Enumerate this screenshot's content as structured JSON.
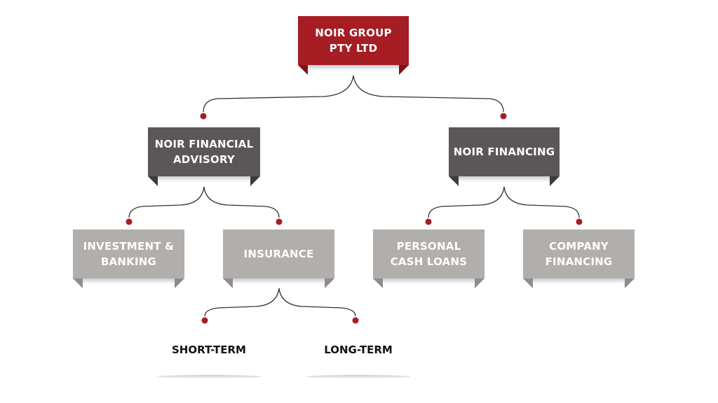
{
  "colors": {
    "root": "#a61d24",
    "level2": "#5b5657",
    "level3": "#b1aeac",
    "connector_dot": "#a61d24",
    "connector_line": "#333333"
  },
  "root": {
    "line1": "NOIR GROUP",
    "line2": "PTY LTD"
  },
  "level2": [
    {
      "line1": "NOIR FINANCIAL",
      "line2": "ADVISORY"
    },
    {
      "line1": "NOIR FINANCING"
    }
  ],
  "level3": [
    {
      "line1": "INVESTMENT &",
      "line2": "BANKING"
    },
    {
      "line1": "INSURANCE"
    },
    {
      "line1": "PERSONAL",
      "line2": "CASH LOANS"
    },
    {
      "line1": "COMPANY",
      "line2": "FINANCING"
    }
  ],
  "leaves": [
    "SHORT-TERM",
    "LONG-TERM"
  ]
}
